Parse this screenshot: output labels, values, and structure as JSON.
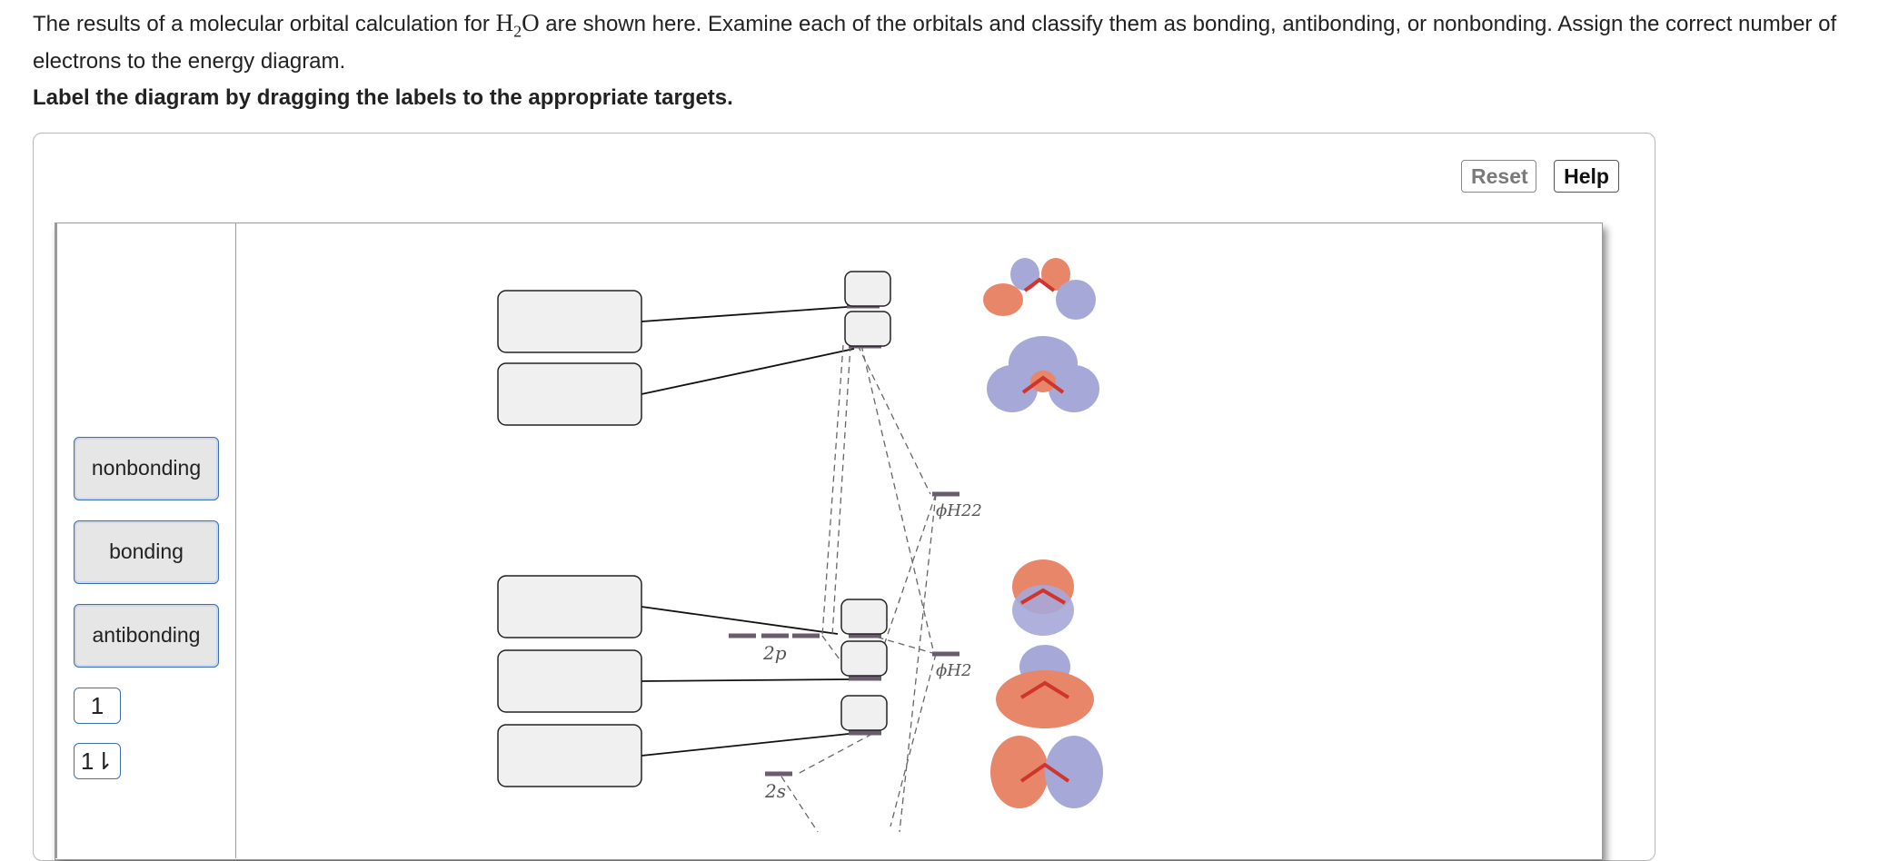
{
  "prompt": {
    "part1": "The results of a molecular orbital calculation for ",
    "molecule_h": "H",
    "molecule_sub": "2",
    "molecule_o": "O",
    "part2": " are shown here. Examine each of the orbitals and classify them as bonding, antibonding, or nonbonding. Assign the correct number of electrons to the energy diagram."
  },
  "instruction": "Label the diagram by dragging the labels to the appropriate targets.",
  "toolbar": {
    "reset_label": "Reset",
    "help_label": "Help"
  },
  "label_bank": {
    "labels": [
      "nonbonding",
      "bonding",
      "antibonding"
    ],
    "electron_labels": [
      "1",
      "1⇂"
    ]
  },
  "diagram": {
    "ao_labels": {
      "two_p": "2p",
      "two_s": "2s"
    },
    "group_orbital_labels": {
      "phi_h22": "ϕH22",
      "phi_h2": "ϕH2"
    },
    "colors": {
      "orbital_red": "#e8866a",
      "orbital_blue": "#a6a8d8",
      "level_bar": "#6b5b6e"
    }
  }
}
